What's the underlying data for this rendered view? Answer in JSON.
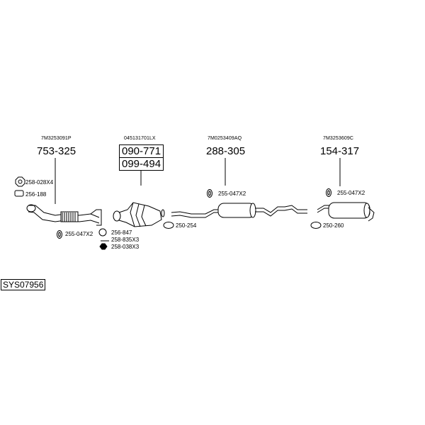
{
  "diagram_code": "SYS07956",
  "groups": [
    {
      "oem": "7M3253091P",
      "part_numbers": [
        "753-325"
      ],
      "accessories": [
        "258-028X4",
        "256-188",
        "255-047X2"
      ]
    },
    {
      "oem": "045131701LX",
      "part_numbers": [
        "090-771",
        "099-494"
      ],
      "accessories": [
        "256-847",
        "258-835X3",
        "258-038X3"
      ]
    },
    {
      "oem": "7M0253409AQ",
      "part_numbers": [
        "288-305"
      ],
      "accessories": [
        "255-047X2",
        "250-254"
      ]
    },
    {
      "oem": "7M3253609C",
      "part_numbers": [
        "154-317"
      ],
      "accessories": [
        "255-047X2",
        "250-260"
      ]
    }
  ]
}
